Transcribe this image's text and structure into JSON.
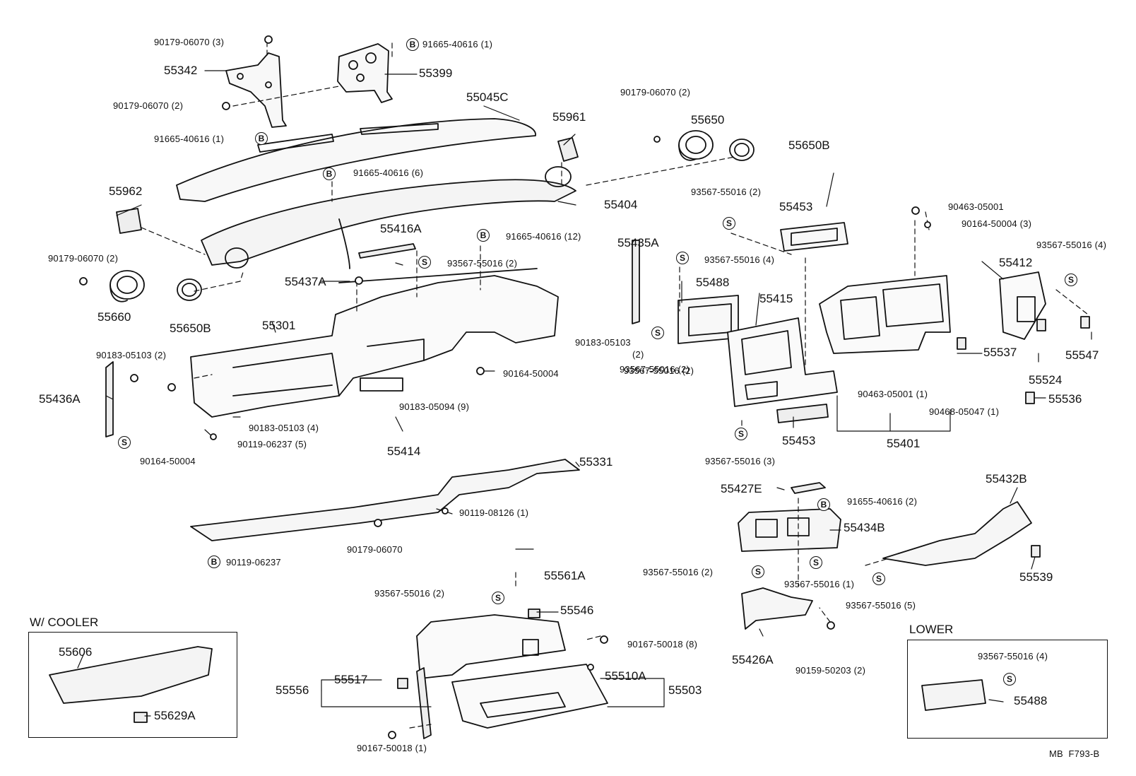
{
  "symbols": {
    "bolt": "B",
    "screw": "S"
  },
  "groups": {
    "cooler_title": "W/ COOLER",
    "lower_title": "LOWER"
  },
  "footer": {
    "code": "MB  F793-B"
  },
  "labels": [
    {
      "id": "l1",
      "text": "90179-06070 (3)",
      "size": "sm",
      "sym": ""
    },
    {
      "id": "l2",
      "text": "91665-40616 (1)",
      "size": "sm",
      "sym": "bolt"
    },
    {
      "id": "l3",
      "text": "55342",
      "size": "big",
      "sym": ""
    },
    {
      "id": "l4",
      "text": "55399",
      "size": "big",
      "sym": ""
    },
    {
      "id": "l5",
      "text": "90179-06070 (2)",
      "size": "sm",
      "sym": ""
    },
    {
      "id": "l6",
      "text": "55045C",
      "size": "big",
      "sym": ""
    },
    {
      "id": "l7",
      "text": "91665-40616 (1)",
      "size": "sm",
      "sym": "bolt"
    },
    {
      "id": "l8",
      "text": "55961",
      "size": "big",
      "sym": ""
    },
    {
      "id": "l9",
      "text": "90179-06070 (2)",
      "size": "sm",
      "sym": ""
    },
    {
      "id": "l10",
      "text": "55650",
      "size": "big",
      "sym": ""
    },
    {
      "id": "l11",
      "text": "55650B",
      "size": "big",
      "sym": ""
    },
    {
      "id": "l12",
      "text": "91665-40616 (6)",
      "size": "sm",
      "sym": "bolt"
    },
    {
      "id": "l13",
      "text": "55962",
      "size": "big",
      "sym": ""
    },
    {
      "id": "l14",
      "text": "55404",
      "size": "big",
      "sym": ""
    },
    {
      "id": "l15",
      "text": "93567-55016 (2)",
      "size": "sm",
      "sym": "screw"
    },
    {
      "id": "l16",
      "text": "55453",
      "size": "big",
      "sym": ""
    },
    {
      "id": "l17",
      "text": "90463-05001",
      "size": "sm",
      "sym": ""
    },
    {
      "id": "l18",
      "text": "90164-50004 (3)",
      "size": "sm",
      "sym": ""
    },
    {
      "id": "l19",
      "text": "55416A",
      "size": "big",
      "sym": ""
    },
    {
      "id": "l20",
      "text": "91665-40616 (12)",
      "size": "sm",
      "sym": "bolt"
    },
    {
      "id": "l21",
      "text": "93567-55016 (2)",
      "size": "sm",
      "sym": "screw"
    },
    {
      "id": "l22",
      "text": "55435A",
      "size": "big",
      "sym": ""
    },
    {
      "id": "l23",
      "text": "93567-55016 (4)",
      "size": "sm",
      "sym": "screw"
    },
    {
      "id": "l24",
      "text": "93567-55016 (4)",
      "size": "sm",
      "sym": "screw"
    },
    {
      "id": "l25",
      "text": "90179-06070 (2)",
      "size": "sm",
      "sym": ""
    },
    {
      "id": "l26",
      "text": "55437A",
      "size": "big",
      "sym": ""
    },
    {
      "id": "l27",
      "text": "55488",
      "size": "big",
      "sym": ""
    },
    {
      "id": "l28",
      "text": "55412",
      "size": "big",
      "sym": ""
    },
    {
      "id": "l29",
      "text": "55660",
      "size": "big",
      "sym": ""
    },
    {
      "id": "l30",
      "text": "55650B",
      "size": "big",
      "sym": ""
    },
    {
      "id": "l31",
      "text": "55415",
      "size": "big",
      "sym": ""
    },
    {
      "id": "l32",
      "text": "55301",
      "size": "big",
      "sym": ""
    },
    {
      "id": "l33",
      "text": "90183-05103",
      "size": "sm",
      "sym": ""
    },
    {
      "id": "l34",
      "text": "(2)",
      "size": "sm",
      "sym": ""
    },
    {
      "id": "l35",
      "text": "93567-55016 (2)",
      "size": "sm",
      "sym": "screw"
    },
    {
      "id": "l36",
      "text": "55537",
      "size": "big",
      "sym": ""
    },
    {
      "id": "l37",
      "text": "55547",
      "size": "big",
      "sym": ""
    },
    {
      "id": "l38",
      "text": "90183-05103 (2)",
      "size": "sm",
      "sym": ""
    },
    {
      "id": "l39",
      "text": "90164-50004",
      "size": "sm",
      "sym": ""
    },
    {
      "id": "l40",
      "text": "55524",
      "size": "big",
      "sym": ""
    },
    {
      "id": "l41",
      "text": "55436A",
      "size": "big",
      "sym": ""
    },
    {
      "id": "l42",
      "text": "90183-05094 (9)",
      "size": "sm",
      "sym": ""
    },
    {
      "id": "l43",
      "text": "90463-05001 (1)",
      "size": "sm",
      "sym": ""
    },
    {
      "id": "l44",
      "text": "90468-05047 (1)",
      "size": "sm",
      "sym": ""
    },
    {
      "id": "l45",
      "text": "55536",
      "size": "big",
      "sym": ""
    },
    {
      "id": "l46",
      "text": "90183-05103 (4)",
      "size": "sm",
      "sym": ""
    },
    {
      "id": "l47",
      "text": "90119-06237 (5)",
      "size": "sm",
      "sym": ""
    },
    {
      "id": "l48",
      "text": "55414",
      "size": "big",
      "sym": ""
    },
    {
      "id": "l49",
      "text": "90164-50004",
      "size": "sm",
      "sym": ""
    },
    {
      "id": "l50",
      "text": "55453",
      "size": "big",
      "sym": ""
    },
    {
      "id": "l51",
      "text": "55401",
      "size": "big",
      "sym": ""
    },
    {
      "id": "l52",
      "text": "93567-55016 (2)",
      "size": "sm",
      "sym": "screw"
    },
    {
      "id": "l53",
      "text": "93567-55016 (3)",
      "size": "sm",
      "sym": "screw"
    },
    {
      "id": "l54",
      "text": "55331",
      "size": "big",
      "sym": ""
    },
    {
      "id": "l55",
      "text": "55427E",
      "size": "big",
      "sym": ""
    },
    {
      "id": "l56",
      "text": "91655-40616 (2)",
      "size": "sm",
      "sym": "bolt"
    },
    {
      "id": "l57",
      "text": "55432B",
      "size": "big",
      "sym": ""
    },
    {
      "id": "l58",
      "text": "90119-08126 (1)",
      "size": "sm",
      "sym": ""
    },
    {
      "id": "l59",
      "text": "55434B",
      "size": "big",
      "sym": ""
    },
    {
      "id": "l60",
      "text": "90179-06070",
      "size": "sm",
      "sym": ""
    },
    {
      "id": "l61",
      "text": "90119-06237",
      "size": "sm",
      "sym": "bolt"
    },
    {
      "id": "l62",
      "text": "93567-55016 (2)",
      "size": "sm",
      "sym": "screw"
    },
    {
      "id": "l63",
      "text": "93567-55016 (1)",
      "size": "sm",
      "sym": "screw"
    },
    {
      "id": "l64",
      "text": "55539",
      "size": "big",
      "sym": ""
    },
    {
      "id": "l65",
      "text": "55561A",
      "size": "big",
      "sym": ""
    },
    {
      "id": "l66",
      "text": "93567-55016 (2)",
      "size": "sm",
      "sym": "screw"
    },
    {
      "id": "l67",
      "text": "93567-55016 (5)",
      "size": "sm",
      "sym": "screw"
    },
    {
      "id": "l68",
      "text": "55546",
      "size": "big",
      "sym": ""
    },
    {
      "id": "l69",
      "text": "90167-50018 (8)",
      "size": "sm",
      "sym": ""
    },
    {
      "id": "l70",
      "text": "55426A",
      "size": "big",
      "sym": ""
    },
    {
      "id": "l71",
      "text": "90159-50203 (2)",
      "size": "sm",
      "sym": ""
    },
    {
      "id": "l72",
      "text": "55606",
      "size": "big",
      "sym": ""
    },
    {
      "id": "l73",
      "text": "55556",
      "size": "big",
      "sym": ""
    },
    {
      "id": "l74",
      "text": "55517",
      "size": "big",
      "sym": ""
    },
    {
      "id": "l75",
      "text": "55510A",
      "size": "big",
      "sym": ""
    },
    {
      "id": "l76",
      "text": "55503",
      "size": "big",
      "sym": ""
    },
    {
      "id": "l77",
      "text": "93567-55016 (4)",
      "size": "sm",
      "sym": "screw"
    },
    {
      "id": "l78",
      "text": "55488",
      "size": "big",
      "sym": ""
    },
    {
      "id": "l79",
      "text": "55629A",
      "size": "big",
      "sym": ""
    },
    {
      "id": "l80",
      "text": "90167-50018 (1)",
      "size": "sm",
      "sym": ""
    }
  ]
}
